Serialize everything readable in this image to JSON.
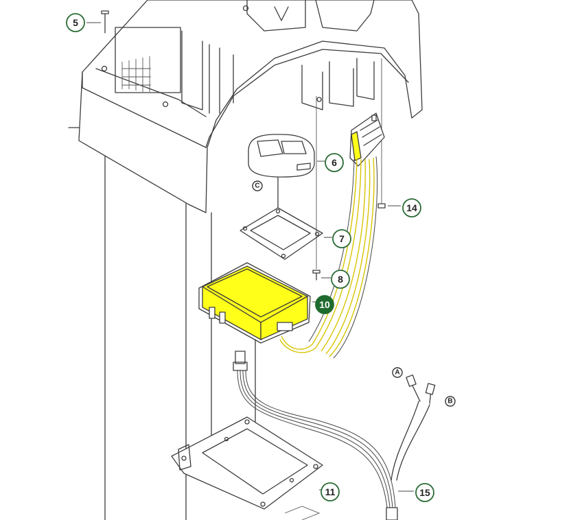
{
  "diagram": {
    "highlight_color": "#ffff1a",
    "callout_color": "#2a6b35",
    "callouts": [
      {
        "id": "5",
        "label": "5",
        "active": false
      },
      {
        "id": "6",
        "label": "6",
        "active": false
      },
      {
        "id": "7",
        "label": "7",
        "active": false
      },
      {
        "id": "8",
        "label": "8",
        "active": false
      },
      {
        "id": "10",
        "label": "10",
        "active": true
      },
      {
        "id": "11",
        "label": "11",
        "active": false
      },
      {
        "id": "14",
        "label": "14",
        "active": false
      },
      {
        "id": "15",
        "label": "15",
        "active": false
      }
    ],
    "letters": [
      {
        "id": "C",
        "label": "C"
      },
      {
        "id": "A",
        "label": "A"
      },
      {
        "id": "B",
        "label": "B"
      }
    ]
  }
}
